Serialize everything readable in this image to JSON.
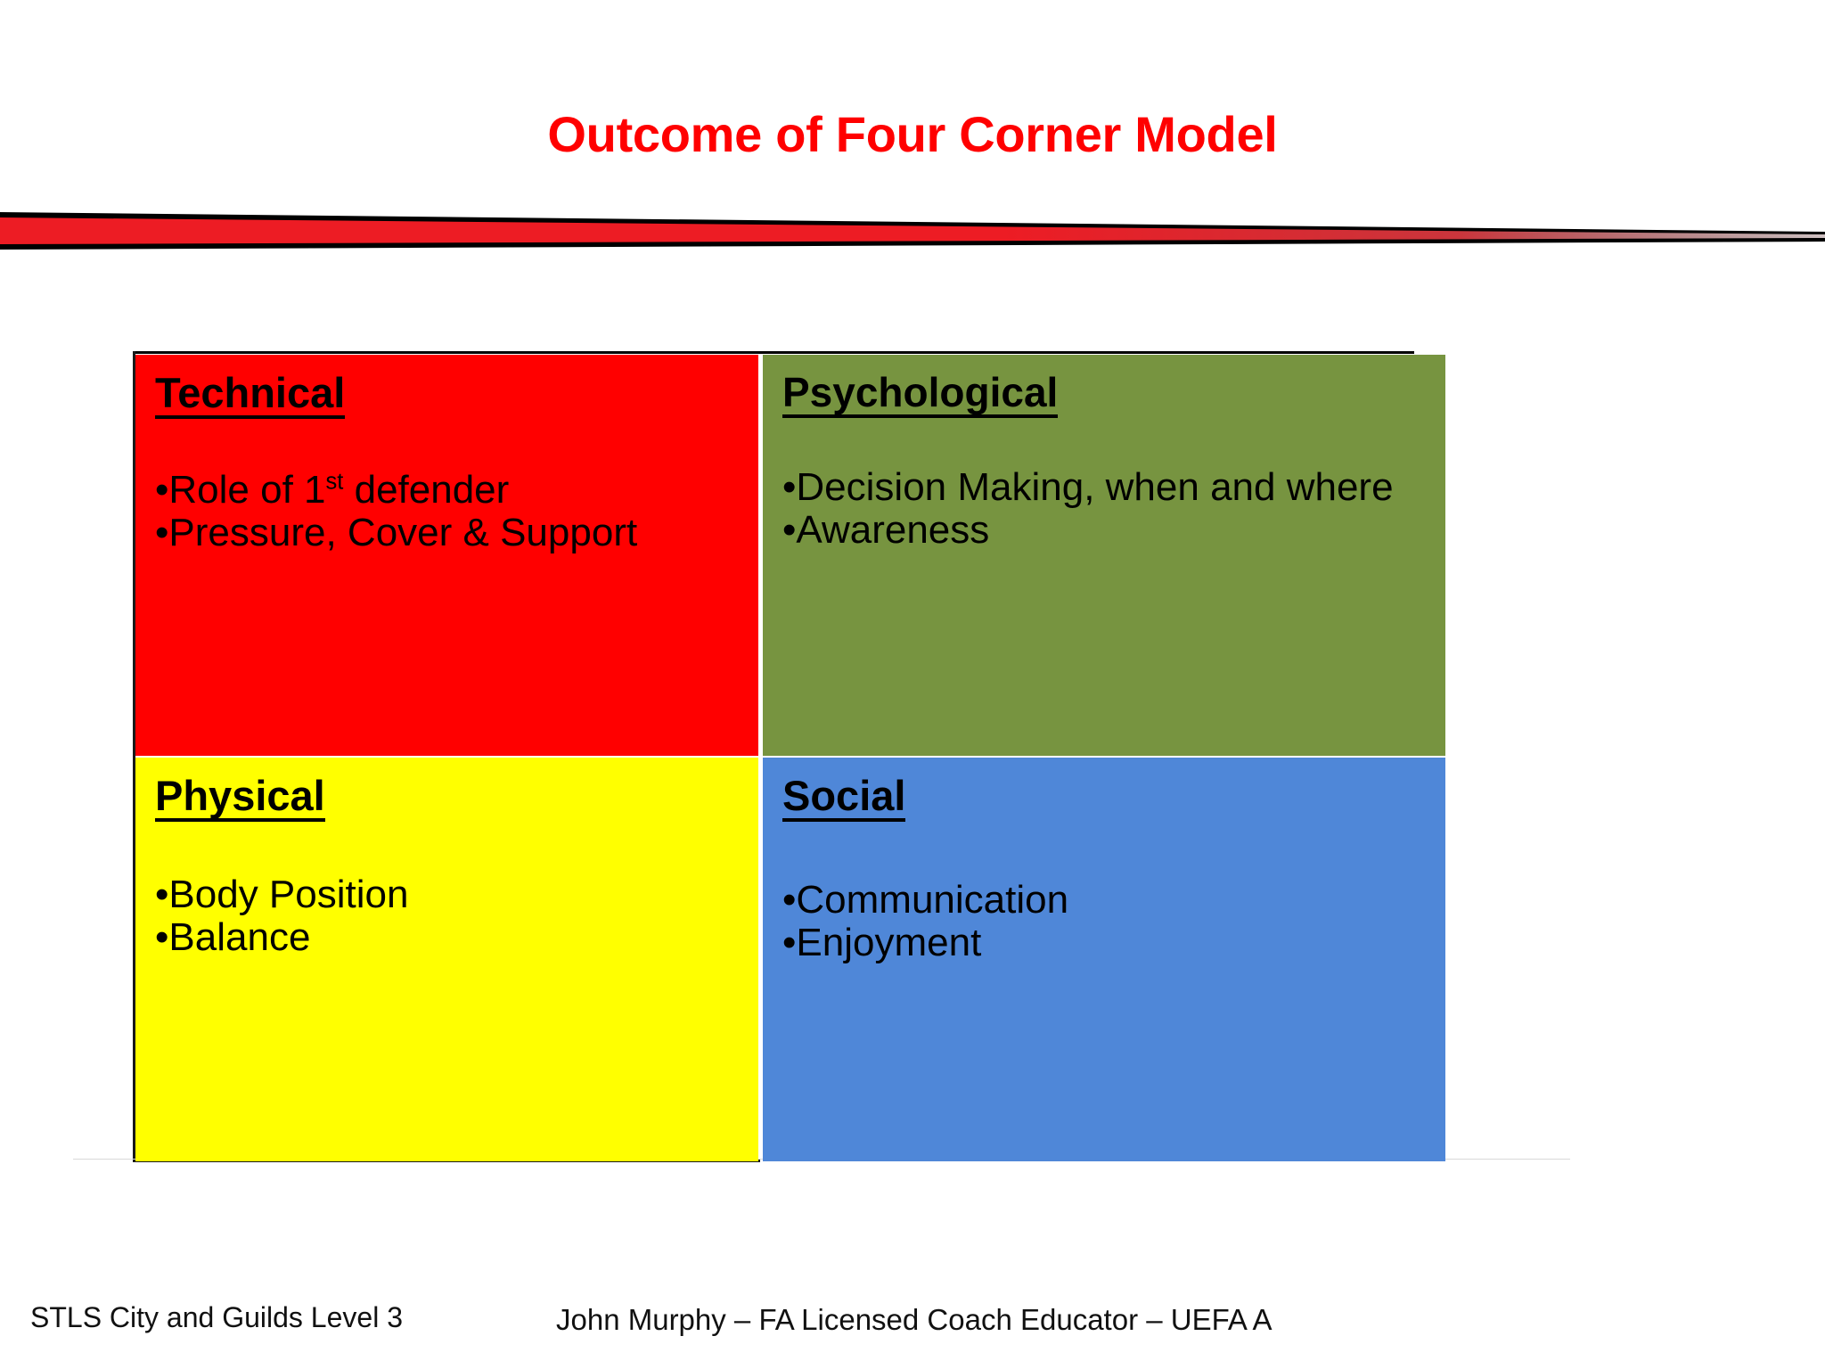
{
  "slide": {
    "title": "Outcome of Four Corner Model",
    "title_color": "#FF0000",
    "background_color": "#FFFFFF"
  },
  "divider": {
    "name": "tapered-rule",
    "red": "#ED1C24",
    "black": "#000000"
  },
  "quadrants": [
    {
      "key": "technical",
      "heading": "Technical",
      "background_color": "#FF0000",
      "text_color": "#000000",
      "bullets": [
        {
          "prefix": "Role of 1",
          "ordinal": "st",
          "suffix": " defender"
        },
        {
          "prefix": "Pressure, Cover & Support",
          "ordinal": "",
          "suffix": ""
        }
      ]
    },
    {
      "key": "psychological",
      "heading": "Psychological",
      "background_color": "#779440",
      "text_color": "#000000",
      "bullets": [
        {
          "prefix": "Decision Making, when and where",
          "ordinal": "",
          "suffix": ""
        },
        {
          "prefix": "Awareness",
          "ordinal": "",
          "suffix": ""
        }
      ]
    },
    {
      "key": "physical",
      "heading": "Physical",
      "background_color": "#FFFF00",
      "text_color": "#000000",
      "bullets": [
        {
          "prefix": "Body Position",
          "ordinal": "",
          "suffix": ""
        },
        {
          "prefix": "Balance",
          "ordinal": "",
          "suffix": ""
        }
      ]
    },
    {
      "key": "social",
      "heading": "Social",
      "background_color": "#4F87D8",
      "text_color": "#000000",
      "bullets": [
        {
          "prefix": "Communication",
          "ordinal": "",
          "suffix": ""
        },
        {
          "prefix": "Enjoyment",
          "ordinal": "",
          "suffix": ""
        }
      ]
    }
  ],
  "bullet_glyph": "•",
  "footer": {
    "left": "STLS City and Guilds Level 3",
    "center": "John Murphy – FA Licensed Coach Educator – UEFA A"
  }
}
